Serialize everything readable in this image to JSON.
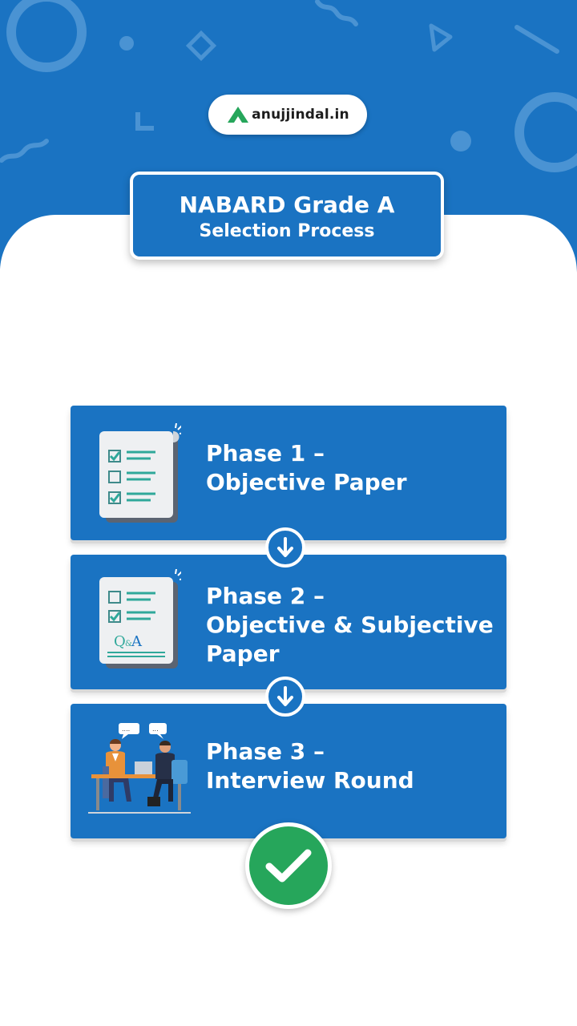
{
  "brand": {
    "logo_text": "anujjindal.in",
    "logo_icon": "mountain-a-icon",
    "accent_green": "#26a65b",
    "primary_blue": "#1a73c2"
  },
  "header": {
    "title_line1": "NABARD Grade A",
    "title_line2": "Selection Process"
  },
  "phases": [
    {
      "line1": "Phase 1 –",
      "line2": "Objective Paper",
      "icon": "checklist-document-icon"
    },
    {
      "line1": "Phase 2 –",
      "line2": "Objective & Subjective",
      "line3": "Paper",
      "icon": "qa-document-icon"
    },
    {
      "line1": "Phase 3 –",
      "line2": "Interview Round",
      "icon": "interview-illustration-icon"
    }
  ],
  "document_icon_labels": {
    "qa": "Q",
    "qa_amp": "&",
    "qa_a": "A",
    "bubble": "....",
    "bubble2": "..."
  }
}
